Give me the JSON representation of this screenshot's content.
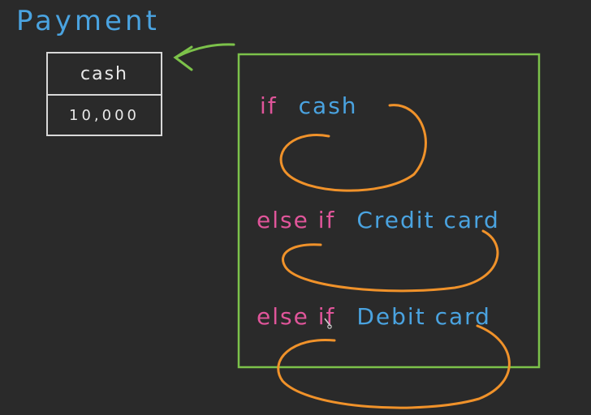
{
  "title": "Payment",
  "payment_table": {
    "type": "cash",
    "amount": "10,000"
  },
  "code": {
    "if_line": {
      "keyword": "if",
      "condition": "cash"
    },
    "else_if_line_1": {
      "keyword": "else if",
      "condition": "Credit card"
    },
    "else_if_line_2": {
      "keyword": "else if",
      "condition": "Debit card"
    }
  },
  "colors": {
    "background": "#2a2a2a",
    "title": "#4aa3e0",
    "keyword": "#e0559a",
    "condition": "#4aa3e0",
    "box": "#7cc24a",
    "arrow": "#7cc24a",
    "loop": "#f0922a",
    "table_border": "#d8d8d8"
  },
  "icons": {
    "arrow": "arrow-left-icon",
    "cursor": "pen-cursor-icon"
  }
}
